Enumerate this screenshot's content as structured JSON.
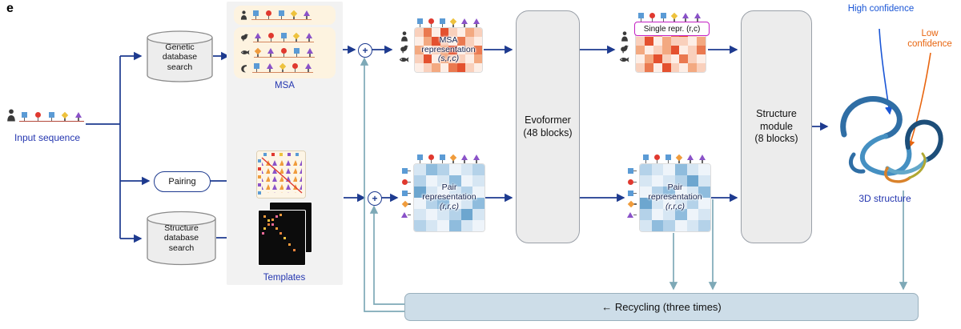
{
  "panel_label": "e",
  "labels": {
    "input_sequence": "Input sequence",
    "genetic_db": "Genetic database search",
    "pairing": "Pairing",
    "structure_db": "Structure database search",
    "msa": "MSA",
    "templates": "Templates",
    "plus": "+",
    "msa_repr_title": "MSA representation",
    "msa_repr_dims": "(s,r,c)",
    "pair_repr_title": "Pair representation",
    "pair_repr_dims": "(r,r,c)",
    "evoformer_title": "Evoformer",
    "evoformer_sub": "(48 blocks)",
    "single_repr": "Single repr. (r,c)",
    "structure_module_title": "Structure module",
    "structure_module_sub": "(8 blocks)",
    "three_d": "3D structure",
    "high_confidence": "High confidence",
    "low_confidence": "Low confidence",
    "recycling": "← Recycling (three times)"
  },
  "colors": {
    "arrow_navy": "#1d3a8f",
    "arrow_teal": "#7ea9b7",
    "high_conf_blue": "#1a56d6",
    "low_conf_orange": "#e8650f",
    "single_repr_border": "#c41ec4"
  },
  "glyphs": {
    "input": [
      "sq:#5b9bd5",
      "ci:#e0392f",
      "sq:#5b9bd5",
      "di:#eec23d",
      "tr:#8a52c8"
    ],
    "msa_row_human": [
      "sq:#5b9bd5",
      "ci:#e0392f",
      "sq:#5b9bd5",
      "di:#eec23d",
      "tr:#8a52c8"
    ],
    "msa_row_chicken": [
      "tr:#8a52c8",
      "ci:#e0392f",
      "sq:#5b9bd5",
      "di:#eec23d",
      "tr:#8a52c8"
    ],
    "msa_row_fish": [
      "di:#f09c3c",
      "tr:#8a52c8",
      "ci:#e0392f",
      "sq:#5b9bd5",
      "tr:#8a52c8"
    ],
    "msa_row_shrimp": [
      "sq:#5b9bd5",
      "tr:#8a52c8",
      "di:#eec23d",
      "ci:#e0392f",
      "tr:#8a52c8"
    ],
    "msa_repr_top": [
      "sq:#5b9bd5",
      "ci:#e0392f",
      "sq:#5b9bd5",
      "di:#eec23d",
      "tr:#8a52c8",
      "tr:#8a52c8"
    ],
    "single_top": [
      "sq:#5b9bd5",
      "ci:#e0392f",
      "sq:#5b9bd5",
      "di:#eec23d",
      "tr:#8a52c8",
      "tr:#8a52c8"
    ],
    "pair_top": [
      "sq:#5b9bd5",
      "ci:#e0392f",
      "sq:#5b9bd5",
      "di:#f09c3c",
      "tr:#8a52c8",
      "tr:#8a52c8"
    ],
    "pair_left": [
      "sq:#5b9bd5",
      "ci:#e0392f",
      "sq:#5b9bd5",
      "di:#f09c3c",
      "tr:#8a52c8"
    ],
    "pair2_top": [
      "sq:#5b9bd5",
      "ci:#e0392f",
      "sq:#5b9bd5",
      "di:#f09c3c",
      "tr:#8a52c8",
      "tr:#8a52c8"
    ],
    "pair2_left": [
      "sq:#5b9bd5",
      "ci:#e0392f",
      "sq:#5b9bd5",
      "di:#f09c3c",
      "tr:#8a52c8"
    ]
  },
  "heatmaps": {
    "msa_repr": [
      [
        "#f9d0bc",
        "#ea7950",
        "#fdeee6",
        "#e4512f",
        "#f9d0bc",
        "#fdeee6",
        "#f3a981",
        "#f9d0bc"
      ],
      [
        "#fdeee6",
        "#f3a981",
        "#e4512f",
        "#f9d0bc",
        "#fdeee6",
        "#ea7950",
        "#f9d0bc",
        "#fdeee6"
      ],
      [
        "#f3a981",
        "#fdeee6",
        "#f9d0bc",
        "#f3a981",
        "#e4512f",
        "#fdeee6",
        "#f9d0bc",
        "#ea7950"
      ],
      [
        "#f9d0bc",
        "#e4512f",
        "#fdeee6",
        "#f3a981",
        "#f9d0bc",
        "#f9d0bc",
        "#fdeee6",
        "#f3a981"
      ],
      [
        "#fdeee6",
        "#f9d0bc",
        "#f3a981",
        "#fdeee6",
        "#ea7950",
        "#e4512f",
        "#f9d0bc",
        "#fdeee6"
      ]
    ],
    "single_repr": [
      [
        "#fdeee6",
        "#f9d0bc",
        "#f3a981",
        "#fdeee6",
        "#ea7950",
        "#e4512f",
        "#f9d0bc",
        "#fdeee6"
      ],
      [
        "#f9d0bc",
        "#e4512f",
        "#fdeee6",
        "#f3a981",
        "#f9d0bc",
        "#f9d0bc",
        "#fdeee6",
        "#f3a981"
      ],
      [
        "#f3a981",
        "#fdeee6",
        "#f9d0bc",
        "#f3a981",
        "#e4512f",
        "#fdeee6",
        "#f9d0bc",
        "#ea7950"
      ],
      [
        "#fdeee6",
        "#f3a981",
        "#e4512f",
        "#f9d0bc",
        "#fdeee6",
        "#ea7950",
        "#f9d0bc",
        "#fdeee6"
      ],
      [
        "#f9d0bc",
        "#ea7950",
        "#fdeee6",
        "#e4512f",
        "#f9d0bc",
        "#fdeee6",
        "#f3a981",
        "#f9d0bc"
      ]
    ],
    "pair_repr": [
      [
        "#d6e6f3",
        "#8fbcdd",
        "#b4d2e9",
        "#eef4fa",
        "#d6e6f3",
        "#b4d2e9"
      ],
      [
        "#b4d2e9",
        "#eef4fa",
        "#d6e6f3",
        "#8fbcdd",
        "#eef4fa",
        "#d6e6f3"
      ],
      [
        "#6da6cf",
        "#d6e6f3",
        "#eef4fa",
        "#d6e6f3",
        "#b4d2e9",
        "#eef4fa"
      ],
      [
        "#eef4fa",
        "#b4d2e9",
        "#8fbcdd",
        "#eef4fa",
        "#d6e6f3",
        "#8fbcdd"
      ],
      [
        "#d6e6f3",
        "#eef4fa",
        "#d6e6f3",
        "#b4d2e9",
        "#6da6cf",
        "#d6e6f3"
      ],
      [
        "#b4d2e9",
        "#d6e6f3",
        "#eef4fa",
        "#8fbcdd",
        "#d6e6f3",
        "#eef4fa"
      ]
    ],
    "pair_repr2": [
      [
        "#b4d2e9",
        "#d6e6f3",
        "#eef4fa",
        "#8fbcdd",
        "#d6e6f3",
        "#eef4fa"
      ],
      [
        "#d6e6f3",
        "#eef4fa",
        "#d6e6f3",
        "#b4d2e9",
        "#6da6cf",
        "#d6e6f3"
      ],
      [
        "#eef4fa",
        "#b4d2e9",
        "#8fbcdd",
        "#eef4fa",
        "#d6e6f3",
        "#8fbcdd"
      ],
      [
        "#6da6cf",
        "#d6e6f3",
        "#eef4fa",
        "#d6e6f3",
        "#b4d2e9",
        "#eef4fa"
      ],
      [
        "#b4d2e9",
        "#eef4fa",
        "#d6e6f3",
        "#8fbcdd",
        "#eef4fa",
        "#d6e6f3"
      ],
      [
        "#d6e6f3",
        "#8fbcdd",
        "#b4d2e9",
        "#eef4fa",
        "#d6e6f3",
        "#b4d2e9"
      ]
    ]
  }
}
